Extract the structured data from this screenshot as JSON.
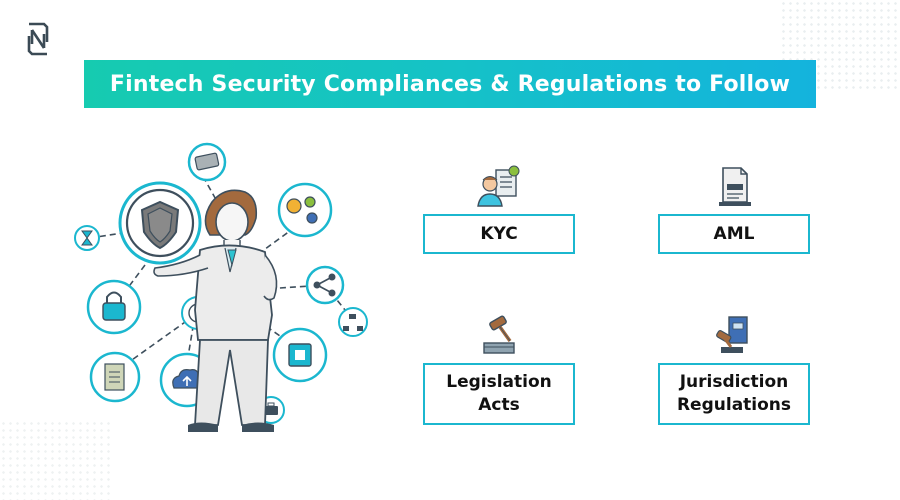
{
  "title": "Fintech Security Compliances & Regulations to Follow",
  "logo_icon": "brand-n-logo",
  "colors": {
    "banner_start": "#16cbb0",
    "banner_end": "#14b3dd",
    "border": "#1bb7cf"
  },
  "items": [
    {
      "icon": "kyc-person-document-icon",
      "lines": [
        "KYC"
      ]
    },
    {
      "icon": "aml-document-icon",
      "lines": [
        "AML"
      ]
    },
    {
      "icon": "gavel-book-icon",
      "lines": [
        "Legislation",
        "Acts"
      ]
    },
    {
      "icon": "gavel-law-book-icon",
      "lines": [
        "Jurisdiction",
        "Regulations"
      ]
    }
  ]
}
